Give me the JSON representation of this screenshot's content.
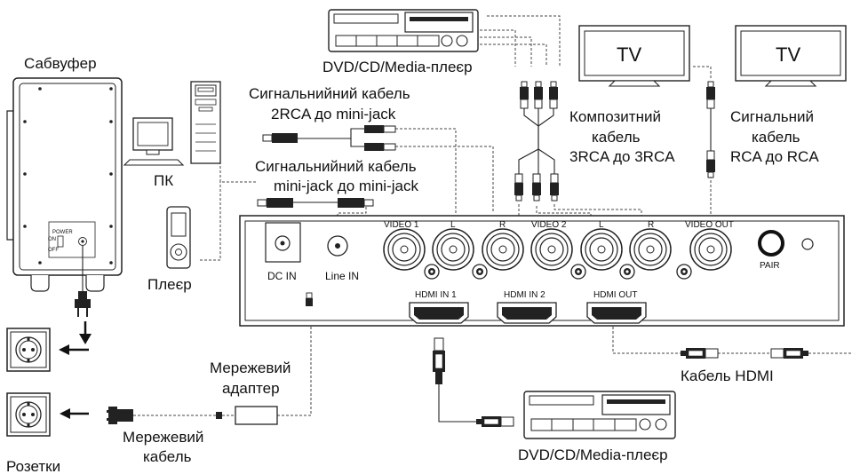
{
  "labels": {
    "subwoofer": "Сабвуфер",
    "pc": "ПК",
    "player": "Плеєр",
    "outlets": "Розетки",
    "dvd_top": "DVD/CD/Media-плеєр",
    "dvd_bottom": "DVD/CD/Media-плеєр",
    "tv_left": "TV",
    "tv_right": "TV",
    "cable_2rca_line1": "Сигнальнийний кабель",
    "cable_2rca_line2": "2RCA до mini-jack",
    "cable_mj_line1": "Сигнальнийний кабель",
    "cable_mj_line2": "mini-jack до mini-jack",
    "composite_line1": "Композитний",
    "composite_line2": "кабель",
    "composite_line3": "3RCA до 3RCA",
    "rca_line1": "Сигнальний",
    "rca_line2": "кабель",
    "rca_line3": "RCA до RCA",
    "adapter_line1": "Мережевий",
    "adapter_line2": "адаптер",
    "power_cable_line1": "Мережевий",
    "power_cable_line2": "кабель",
    "hdmi_cable": "Кабель HDMI"
  },
  "panel": {
    "dc_in": "DC IN",
    "line_in": "Line IN",
    "video1": "VIDEO 1",
    "l1": "L",
    "r1": "R",
    "video2": "VIDEO 2",
    "l2": "L",
    "r2": "R",
    "video_out": "VIDEO OUT",
    "pair": "PAIR",
    "hdmi_in1": "HDMI IN 1",
    "hdmi_in2": "HDMI IN 2",
    "hdmi_out": "HDMI OUT"
  },
  "subwoofer_panel": {
    "power": "POWER",
    "on": "ON",
    "off": "OFF"
  }
}
